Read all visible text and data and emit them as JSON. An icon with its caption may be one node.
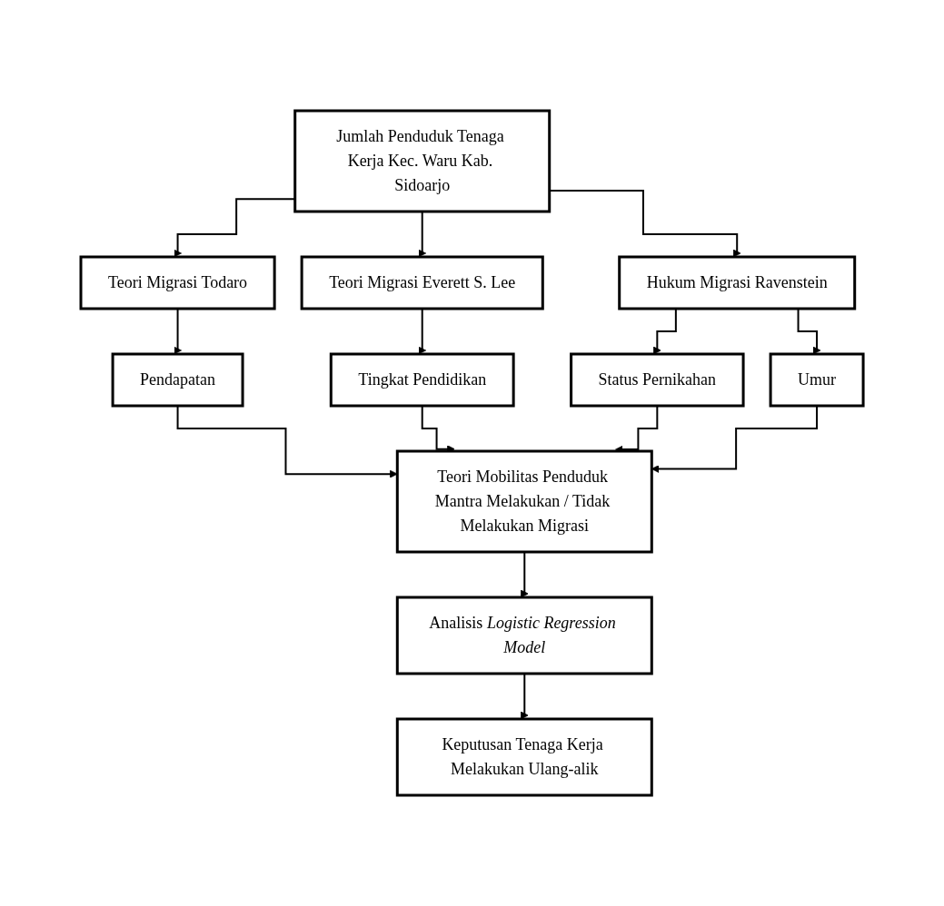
{
  "diagram": {
    "nodes": [
      {
        "text": [
          "Jumlah Penduduk Tenaga Kerja Kec. Waru Kab. Sidoarjo"
        ]
      },
      {
        "text": [
          "Teori Migrasi Todaro"
        ]
      },
      {
        "text": [
          "Teori Migrasi Everett S. Lee"
        ]
      },
      {
        "text": [
          "Hukum Migrasi Ravenstein"
        ]
      },
      {
        "text": [
          "Pendapatan"
        ]
      },
      {
        "text": [
          "Tingkat Pendidikan"
        ]
      },
      {
        "text": [
          "Status Pernikahan"
        ]
      },
      {
        "text": [
          "Umur"
        ]
      },
      {
        "text": [
          "Teori Mobilitas Penduduk Mantra Melakukan / Tidak Melakukan Migrasi"
        ]
      },
      {
        "text": [
          "Analisis *Logistic Regression Model*"
        ]
      },
      {
        "text": [
          "Keputusan Tenaga Kerja Melakukan Ulang-alik"
        ]
      }
    ],
    "edges": [
      {
        "from": 0,
        "to": 1,
        "arrow": "to"
      },
      {
        "from": 0,
        "to": 2,
        "arrow": "to"
      },
      {
        "from": 0,
        "to": 3,
        "arrow": "to"
      },
      {
        "from": 1,
        "to": 4,
        "arrow": "to"
      },
      {
        "from": 2,
        "to": 5,
        "arrow": "to"
      },
      {
        "from": 3,
        "to": 6,
        "arrow": "to"
      },
      {
        "from": 3,
        "to": 7,
        "arrow": "to"
      },
      {
        "from": 4,
        "to": 8,
        "arrow": "to"
      },
      {
        "from": 5,
        "to": 8,
        "arrow": "to"
      },
      {
        "from": 6,
        "to": 8,
        "arrow": "to"
      },
      {
        "from": 7,
        "to": 8,
        "arrow": "to"
      },
      {
        "from": 8,
        "to": 9,
        "arrow": "to"
      },
      {
        "from": 9,
        "to": 10,
        "arrow": "to"
      }
    ]
  }
}
